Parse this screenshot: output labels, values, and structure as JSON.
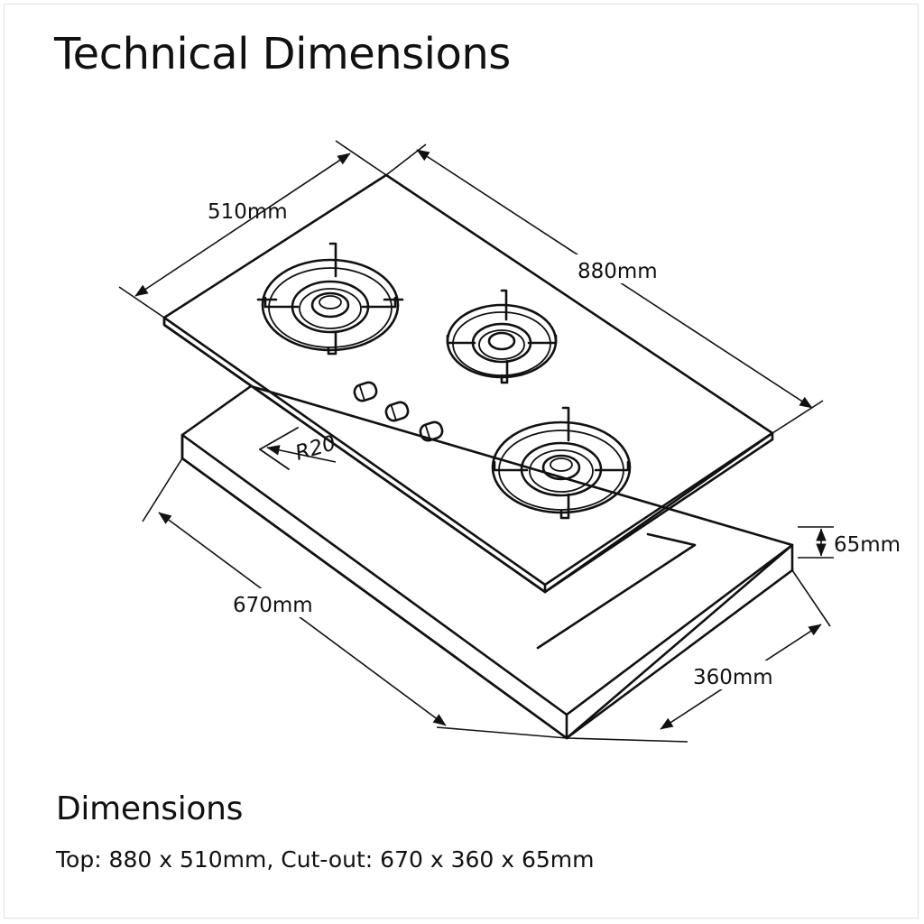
{
  "title": "Technical Dimensions",
  "dimensions": {
    "width_top": "510mm",
    "length_top": "880mm",
    "cutout_length": "670mm",
    "cutout_width": "360mm",
    "cutout_depth": "65mm",
    "corner_radius": "R20"
  },
  "section": {
    "title": "Dimensions",
    "summary": "Top: 880 x 510mm, Cut-out: 670 x 360 x 65mm"
  }
}
